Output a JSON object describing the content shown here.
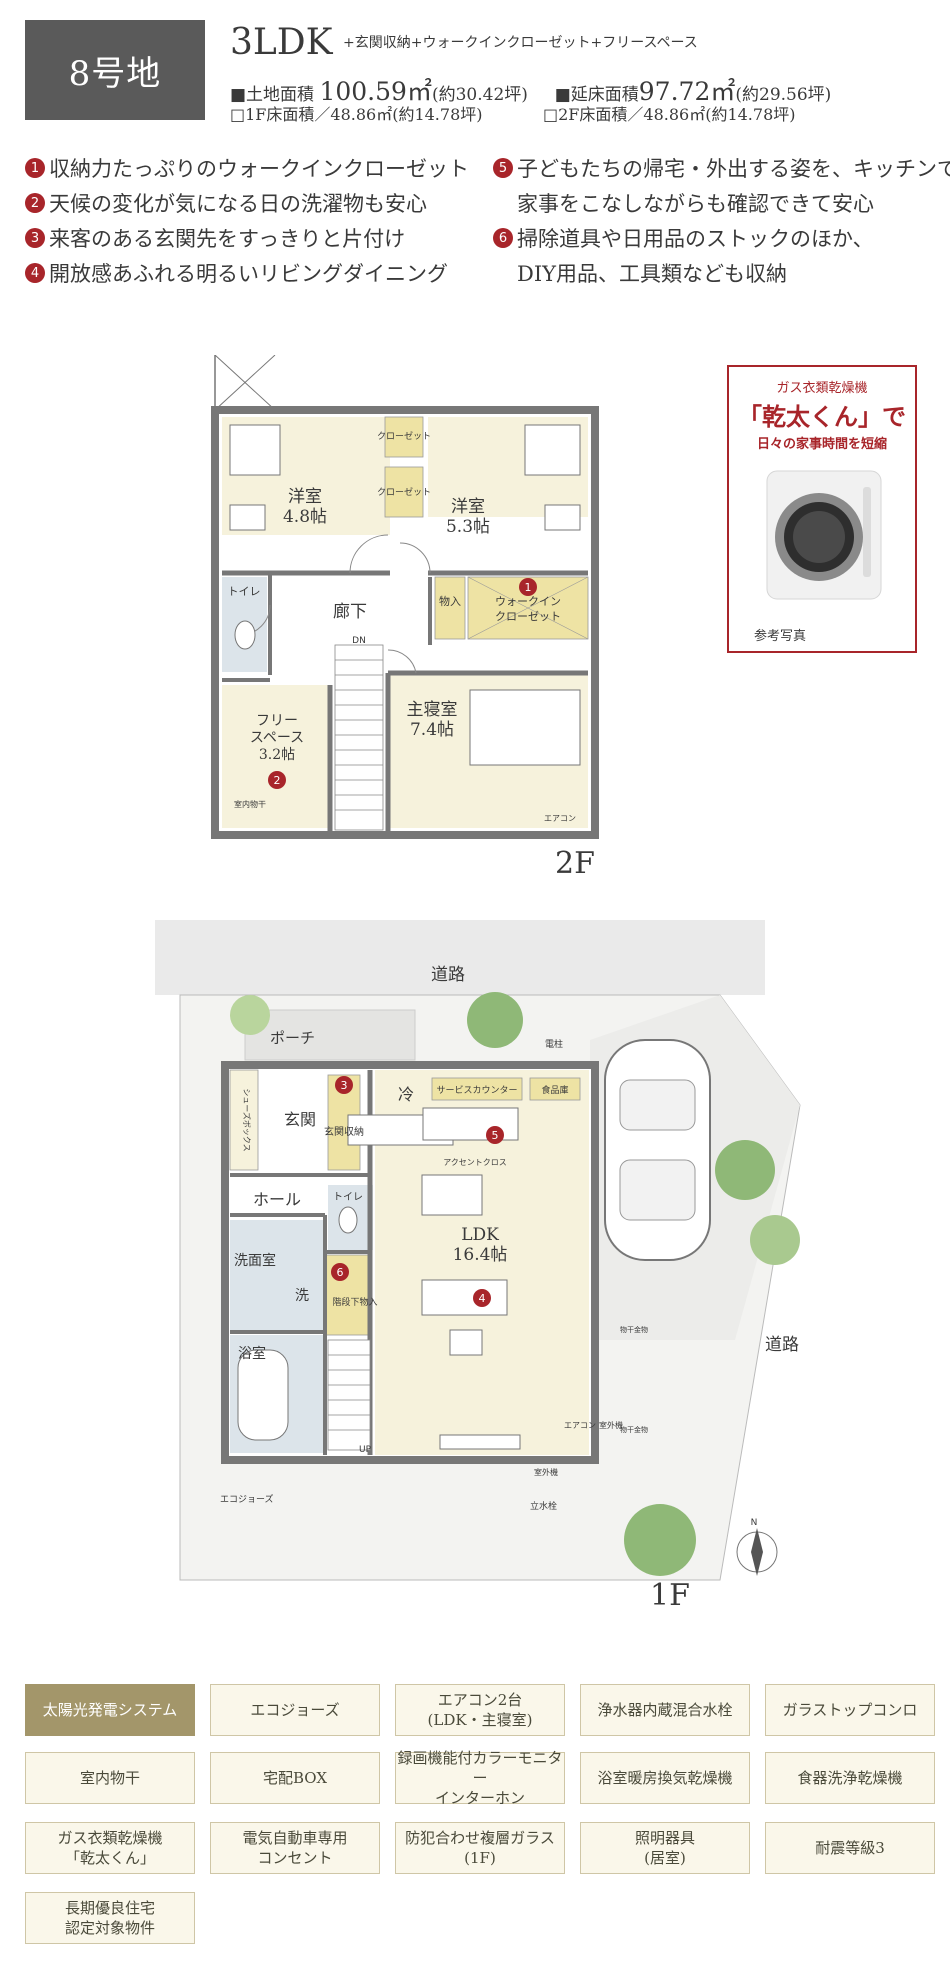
{
  "header": {
    "lot": "8号地",
    "plan_type": "3LDK",
    "plan_extra": "+玄関収納+ウォークインクローゼット+フリースペース",
    "land_label": "■土地面積",
    "land_value": "100.59",
    "land_unit": "㎡",
    "land_tsubo": "(約30.42坪)",
    "floor_label": "■延床面積",
    "floor_value": "97.72",
    "floor_unit": "㎡",
    "floor_tsubo": "(約29.56坪)",
    "f1_label": "□1F床面積／48.86㎡(約14.78坪)",
    "f2_label": "□2F床面積／48.86㎡(約14.78坪)"
  },
  "features": [
    {
      "num": "1",
      "text": "収納力たっぷりのウォークインクローゼット"
    },
    {
      "num": "2",
      "text": "天候の変化が気になる日の洗濯物も安心"
    },
    {
      "num": "3",
      "text": "来客のある玄関先をすっきりと片付け"
    },
    {
      "num": "4",
      "text": "開放感あふれる明るいリビングダイニング"
    },
    {
      "num": "5",
      "text": "子どもたちの帰宅・外出する姿を、キッチンで",
      "cont": "家事をこなしながらも確認できて安心"
    },
    {
      "num": "6",
      "text": "掃除道具や日用品のストックのほか、",
      "cont": "DIY用品、工具類なども収納"
    }
  ],
  "dryer": {
    "line1": "ガス衣類乾燥機",
    "line2": "「乾太くん」で",
    "line3": "日々の家事時間を短縮",
    "caption": "参考写真"
  },
  "plan2f": {
    "label": "2F",
    "room_w1": "洋室",
    "room_w1_size": "4.8帖",
    "room_w2": "洋室",
    "room_w2_size": "5.3帖",
    "closet": "クローゼット",
    "closet2": "クローゼット",
    "toilet": "トイレ",
    "hall": "廊下",
    "storage": "物入",
    "wic": "ウォークイン",
    "wic2": "クローゼット",
    "dn": "DN",
    "free": "フリー",
    "free2": "スペース",
    "free_size": "3.2帖",
    "indoor_dry": "室内物干",
    "master": "主寝室",
    "master_size": "7.4帖",
    "aircon": "エアコン"
  },
  "plan1f": {
    "label": "1F",
    "road_top": "道路",
    "road_side": "道路",
    "porch": "ポーチ",
    "pole": "電柱",
    "shoebox": "シューズボックス",
    "entrance": "玄関",
    "entrance_storage": "玄関収納",
    "fridge": "冷",
    "service_counter": "サービスカウンター",
    "pantry": "食品庫",
    "hall": "ホール",
    "accent_cloth": "アクセントクロス",
    "toilet": "トイレ",
    "washroom": "洗面室",
    "washer": "洗",
    "ldk": "LDK",
    "ldk_size": "16.4帖",
    "stair_storage": "階段下物入",
    "bath": "浴室",
    "up": "UP",
    "aircon": "エアコン",
    "outdoor_unit": "室外機",
    "outdoor_unit2": "室外機",
    "faucet": "立水栓",
    "ecojozu": "エコジョーズ",
    "hanger1": "物干金物",
    "hanger2": "物干金物",
    "north": "N"
  },
  "equipment": [
    {
      "label": "太陽光発電システム",
      "active": true
    },
    {
      "label": "エコジョーズ",
      "active": false
    },
    {
      "label": "エアコン2台\n(LDK・主寝室)",
      "active": false
    },
    {
      "label": "浄水器内蔵混合水栓",
      "active": false
    },
    {
      "label": "ガラストップコンロ",
      "active": false
    },
    {
      "label": "室内物干",
      "active": false
    },
    {
      "label": "宅配BOX",
      "active": false
    },
    {
      "label": "録画機能付カラーモニター\nインターホン",
      "active": false
    },
    {
      "label": "浴室暖房換気乾燥機",
      "active": false
    },
    {
      "label": "食器洗浄乾燥機",
      "active": false
    },
    {
      "label": "ガス衣類乾燥機\n「乾太くん」",
      "active": false
    },
    {
      "label": "電気自動車専用\nコンセント",
      "active": false
    },
    {
      "label": "防犯合わせ複層ガラス\n(1F)",
      "active": false
    },
    {
      "label": "照明器具\n(居室)",
      "active": false
    },
    {
      "label": "耐震等級3",
      "active": false
    },
    {
      "label": "長期優良住宅\n認定対象物件",
      "active": false
    }
  ],
  "colors": {
    "accent_red": "#a8252a",
    "badge_gray": "#5a5a5a",
    "room_cream": "#f6f2dc",
    "storage_yellow": "#eee3a4",
    "wet_blue": "#dce4ea",
    "active_tile": "#a3966a"
  }
}
